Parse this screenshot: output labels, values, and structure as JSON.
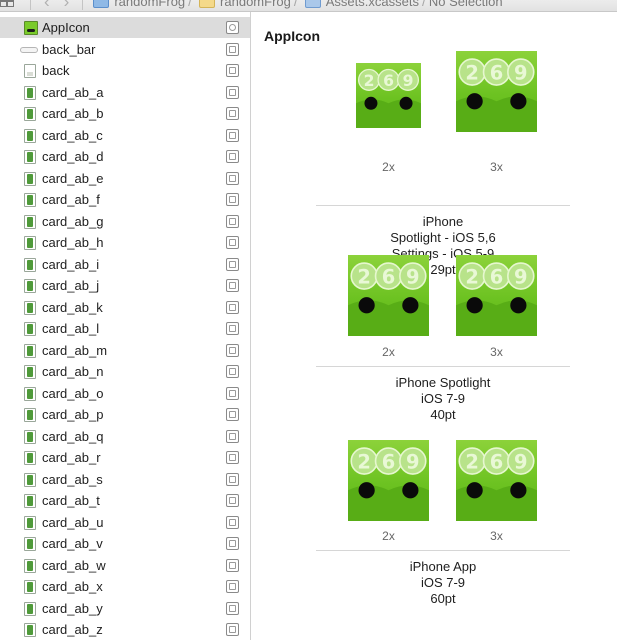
{
  "jumpbar": {
    "crumbs": [
      "randomFrog",
      "randomFrog",
      "Assets.xcassets",
      "No Selection"
    ]
  },
  "sidebar": {
    "items": [
      {
        "label": "AppIcon",
        "kind": "appicon",
        "selected": true
      },
      {
        "label": "back_bar",
        "kind": "bar"
      },
      {
        "label": "back",
        "kind": "plain"
      },
      {
        "label": "card_ab_a",
        "kind": "card"
      },
      {
        "label": "card_ab_b",
        "kind": "card"
      },
      {
        "label": "card_ab_c",
        "kind": "card"
      },
      {
        "label": "card_ab_d",
        "kind": "card"
      },
      {
        "label": "card_ab_e",
        "kind": "card"
      },
      {
        "label": "card_ab_f",
        "kind": "card"
      },
      {
        "label": "card_ab_g",
        "kind": "card"
      },
      {
        "label": "card_ab_h",
        "kind": "card"
      },
      {
        "label": "card_ab_i",
        "kind": "card"
      },
      {
        "label": "card_ab_j",
        "kind": "card"
      },
      {
        "label": "card_ab_k",
        "kind": "card"
      },
      {
        "label": "card_ab_l",
        "kind": "card"
      },
      {
        "label": "card_ab_m",
        "kind": "card"
      },
      {
        "label": "card_ab_n",
        "kind": "card"
      },
      {
        "label": "card_ab_o",
        "kind": "card"
      },
      {
        "label": "card_ab_p",
        "kind": "card"
      },
      {
        "label": "card_ab_q",
        "kind": "card"
      },
      {
        "label": "card_ab_r",
        "kind": "card"
      },
      {
        "label": "card_ab_s",
        "kind": "card"
      },
      {
        "label": "card_ab_t",
        "kind": "card"
      },
      {
        "label": "card_ab_u",
        "kind": "card"
      },
      {
        "label": "card_ab_v",
        "kind": "card"
      },
      {
        "label": "card_ab_w",
        "kind": "card"
      },
      {
        "label": "card_ab_x",
        "kind": "card"
      },
      {
        "label": "card_ab_y",
        "kind": "card"
      },
      {
        "label": "card_ab_z",
        "kind": "card"
      }
    ]
  },
  "main": {
    "title": "AppIcon",
    "groups": [
      {
        "slots": [
          {
            "scale": "2x"
          },
          {
            "scale": "3x"
          }
        ],
        "caption": [
          "iPhone",
          "Spotlight - iOS 5,6",
          "Settings - iOS 5-9",
          "29pt"
        ]
      },
      {
        "slots": [
          {
            "scale": "2x"
          },
          {
            "scale": "3x"
          }
        ],
        "caption": [
          "iPhone Spotlight",
          "iOS 7-9",
          "40pt"
        ]
      },
      {
        "slots": [
          {
            "scale": "2x"
          },
          {
            "scale": "3x"
          }
        ],
        "caption": [
          "iPhone App",
          "iOS 7-9",
          "60pt"
        ]
      }
    ],
    "icon_text": "269"
  },
  "colors": {
    "icon_green": "#6cc221",
    "selection": "#dcdcdc"
  }
}
